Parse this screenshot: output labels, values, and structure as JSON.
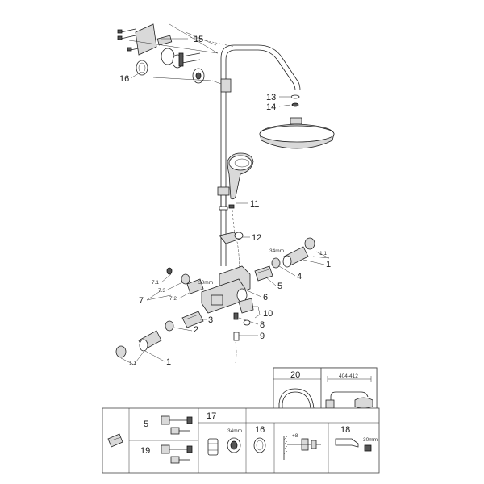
{
  "callouts": {
    "c15": "15",
    "c16": "16",
    "c13": "13",
    "c14": "14",
    "c11": "11",
    "c12": "12",
    "c1a": "1",
    "c1a_sub": "1.1",
    "c34": "34mm",
    "c4": "4",
    "c5": "5",
    "c6": "6",
    "c7": "7",
    "c71": "7.1",
    "c72": "7.2",
    "c73": "7.3",
    "c30": "30mm",
    "c10": "10",
    "c8": "8",
    "c9": "9",
    "c3": "3",
    "c2": "2",
    "c1b": "1",
    "c1b_sub": "1.1"
  },
  "panel_bottom": {
    "p5": "5",
    "p19": "19",
    "p17": "17",
    "p17_mm": "34mm",
    "p16": "16",
    "p8_mark": "+8",
    "p18": "18",
    "p18_mm": "30mm"
  },
  "panel_right": {
    "p20": "20",
    "dim": "404-412"
  }
}
